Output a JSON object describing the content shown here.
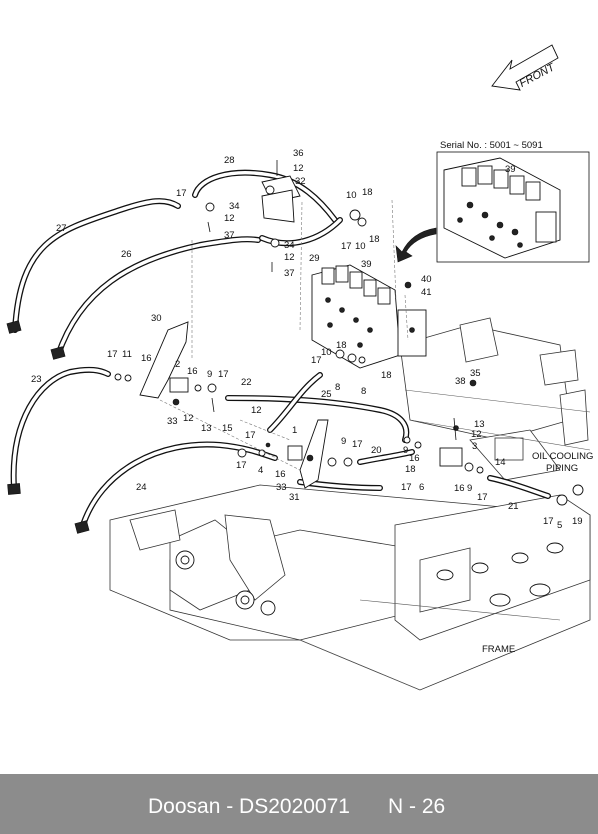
{
  "diagram": {
    "front_label": "FRONT",
    "serial_label": "Serial No. : 5001 ~ 5091",
    "frame_label": "FRAME",
    "oil_cooling_label_line1": "OIL COOLING",
    "oil_cooling_label_line2": "PIPING",
    "callouts": [
      "36",
      "12",
      "32",
      "28",
      "17",
      "34",
      "12",
      "37",
      "34",
      "12",
      "37",
      "10",
      "18",
      "17",
      "10",
      "18",
      "29",
      "27",
      "26",
      "39",
      "40",
      "41",
      "30",
      "17",
      "11",
      "16",
      "2",
      "16",
      "9",
      "17",
      "22",
      "23",
      "12",
      "33",
      "13",
      "15",
      "12",
      "18",
      "10",
      "17",
      "8",
      "8",
      "18",
      "25",
      "35",
      "38",
      "13",
      "12",
      "3",
      "17",
      "4",
      "17",
      "1",
      "33",
      "16",
      "31",
      "9",
      "17",
      "20",
      "16",
      "9",
      "24",
      "17",
      "6",
      "16",
      "9",
      "17",
      "21",
      "17",
      "5",
      "19",
      "14",
      "39",
      "18"
    ],
    "inset_callout": "39"
  },
  "footer": {
    "brand": "Doosan - DS2020071",
    "page": "N - 26"
  }
}
